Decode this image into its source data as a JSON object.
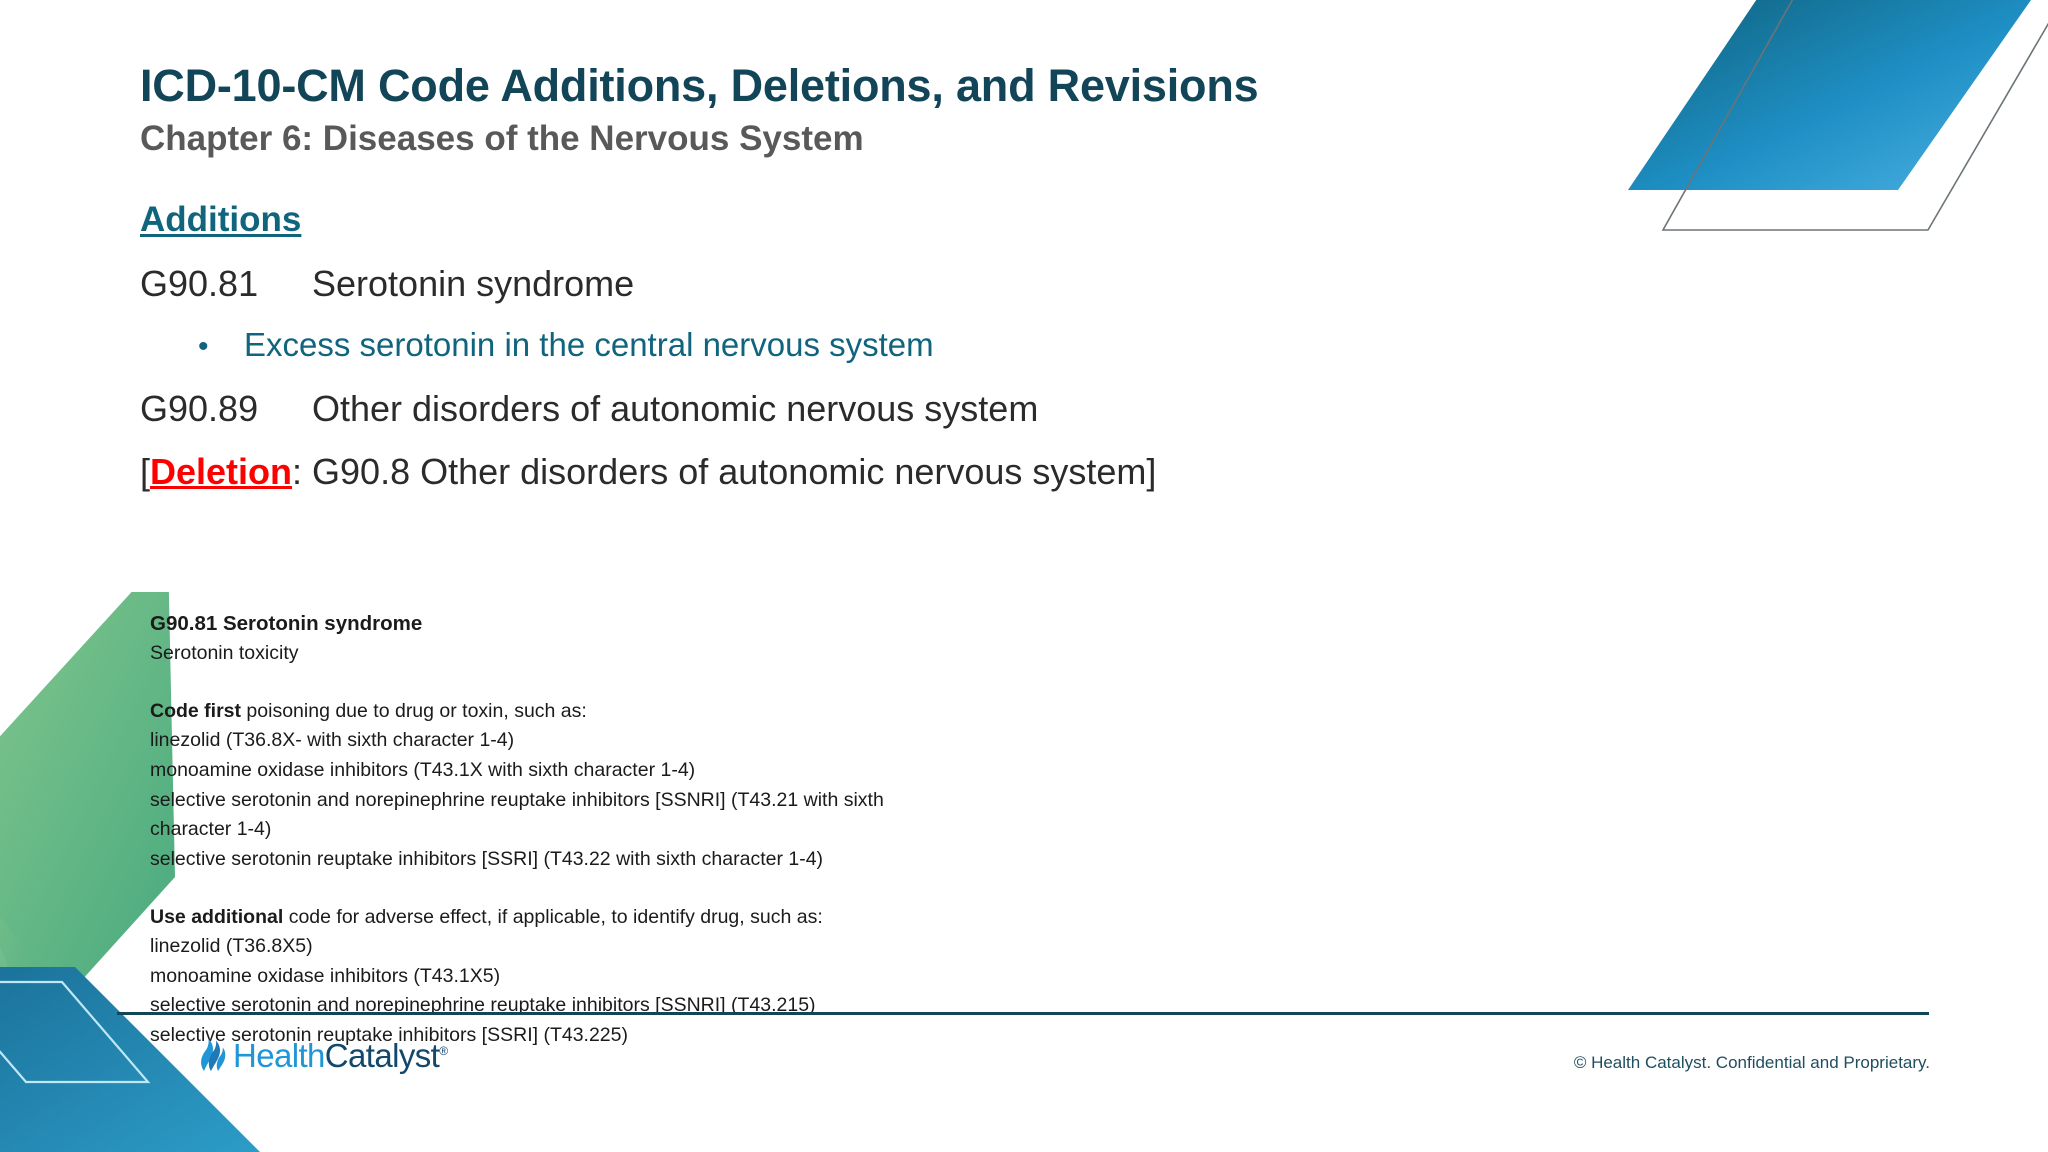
{
  "slide": {
    "title": "ICD-10-CM Code Additions, Deletions, and Revisions",
    "subtitle": "Chapter 6: Diseases of the Nervous System",
    "section_heading": "Additions"
  },
  "entries": {
    "code_1": "G90.81",
    "desc_1": "Serotonin syndrome",
    "bullet_1": "Excess serotonin in the central nervous system",
    "bullet_glyph": "•",
    "code_2": "G90.89",
    "desc_2": "Other disorders of autonomic nervous system",
    "deletion_open": "[",
    "deletion_label": "Deletion",
    "deletion_rest": ": G90.8 Other disorders of autonomic nervous system]"
  },
  "excerpt": {
    "heading": "G90.81 Serotonin syndrome",
    "subheading": "Serotonin toxicity",
    "code_first_lead": "Code first",
    "code_first_rest": " poisoning due to drug or toxin, such as:",
    "code_first_items": [
      "linezolid (T36.8X- with sixth character 1-4)",
      "monoamine oxidase inhibitors (T43.1X with sixth character 1-4)",
      "selective serotonin and norepinephrine reuptake inhibitors [SSNRI] (T43.21 with sixth",
      "character 1-4)",
      "selective serotonin reuptake inhibitors [SSRI] (T43.22 with sixth character 1-4)"
    ],
    "use_additional_lead": "Use additional",
    "use_additional_rest": " code for adverse effect, if applicable, to identify drug, such as:",
    "use_additional_items": [
      "linezolid (T36.8X5)",
      "monoamine oxidase inhibitors (T43.1X5)",
      "selective serotonin and norepinephrine reuptake inhibitors [SSNRI] (T43.215)",
      "selective serotonin reuptake inhibitors [SSRI] (T43.225)"
    ]
  },
  "footer": {
    "logo_health": "Health",
    "logo_catalyst": "Catalyst",
    "logo_tm": "®",
    "copyright": "© Health Catalyst. Confidential and Proprietary."
  },
  "colors": {
    "title": "#114557",
    "subtitle": "#595959",
    "accent_teal": "#10647E",
    "deletion_red": "#FF0000",
    "logo_light": "#2196D6",
    "logo_dark": "#12486B",
    "deco_green": "#6BBF7B",
    "deco_blue": "#1F87B8"
  }
}
